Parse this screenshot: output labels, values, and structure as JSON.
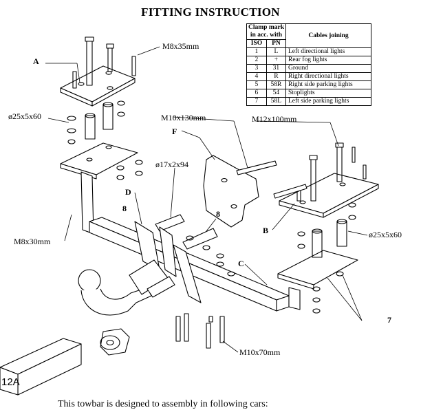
{
  "title": "FITTING INSTRUCTION",
  "table": {
    "header_clamp": "Clamp mark",
    "header_clamp2": "in acc. with",
    "header_iso": "ISO",
    "header_pn": "PN",
    "header_cables": "Cables joining",
    "rows": [
      {
        "iso": "1",
        "pn": "L",
        "desc": "Left directional lights"
      },
      {
        "iso": "2",
        "pn": "+",
        "desc": "Rear fog lights"
      },
      {
        "iso": "3",
        "pn": "31",
        "desc": "Ground"
      },
      {
        "iso": "4",
        "pn": "R",
        "desc": "Right directional lights"
      },
      {
        "iso": "5",
        "pn": "58R",
        "desc": "Right side parking lights"
      },
      {
        "iso": "6",
        "pn": "54",
        "desc": "Stoplights"
      },
      {
        "iso": "7",
        "pn": "58L",
        "desc": "Left side parking lights"
      }
    ]
  },
  "labels": {
    "m8x35": "M8x35mm",
    "spacer_left": "ø25x5x60",
    "m10x130": "M10x130mm",
    "m12x100": "M12x100mm",
    "spacer_mid": "ø17x2x94",
    "m8x30": "M8x30mm",
    "spacer_right": "ø25x5x60",
    "m10x70": "M10x70mm"
  },
  "refs": {
    "a": "A",
    "f": "F",
    "d": "D",
    "eight_left": "8",
    "eight_mid": "8",
    "b": "B",
    "c": "C",
    "seven": "7"
  },
  "box_label": "12A",
  "footer": "This towbar is designed to assembly in following cars:"
}
